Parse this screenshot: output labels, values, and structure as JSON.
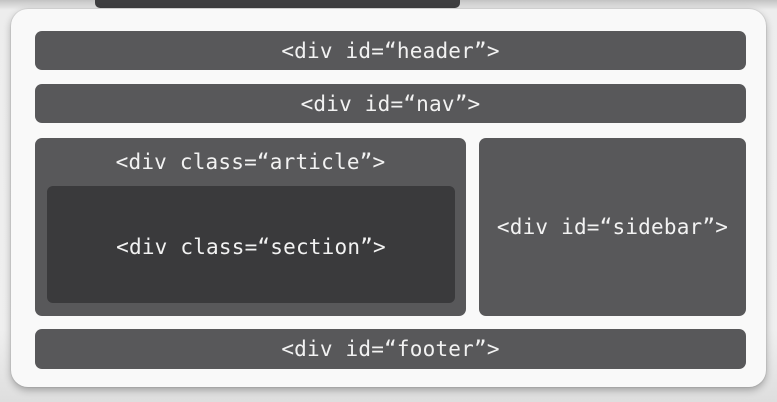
{
  "colors": {
    "block_bg": "#58585a",
    "section_bg": "#3a3a3c",
    "card_bg": "#f9f9f9",
    "page_bg": "#e9e9e9",
    "label_text": "#f2f2f2"
  },
  "diagram": {
    "header": {
      "label": "<div id=“header”>"
    },
    "nav": {
      "label": "<div id=“nav”>"
    },
    "article": {
      "label": "<div class=“article”>"
    },
    "section": {
      "label": "<div class=“section”>"
    },
    "sidebar": {
      "label": "<div id=“sidebar”>"
    },
    "footer": {
      "label": "<div id=“footer”>"
    }
  }
}
